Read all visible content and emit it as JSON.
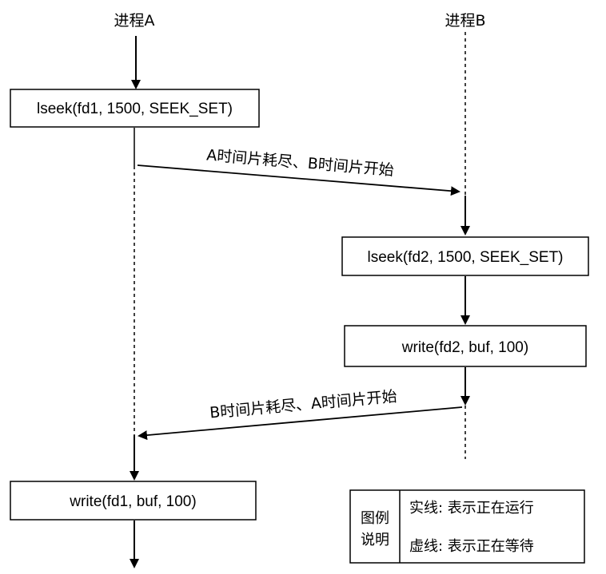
{
  "processes": {
    "a": {
      "label": "进程A"
    },
    "b": {
      "label": "进程B"
    }
  },
  "steps": {
    "a_lseek": "lseek(fd1, 1500, SEEK_SET)",
    "b_lseek": "lseek(fd2, 1500, SEEK_SET)",
    "b_write": "write(fd2, buf, 100)",
    "a_write": "write(fd1, buf, 100)"
  },
  "switches": {
    "a_to_b": "A时间片耗尽、B时间片开始",
    "b_to_a": "B时间片耗尽、A时间片开始"
  },
  "legend": {
    "title_line1": "图例",
    "title_line2": "说明",
    "solid": "实线: 表示正在运行",
    "dashed": "虚线: 表示正在等待"
  }
}
